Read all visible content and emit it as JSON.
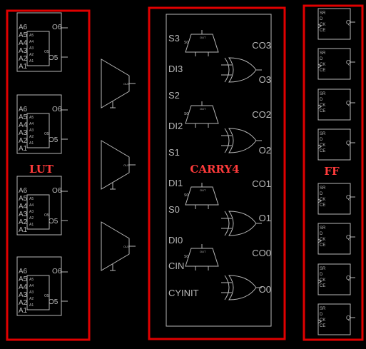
{
  "colors": {
    "background": "#000000",
    "wire": "#b8b8b8",
    "highlight": "#e00000",
    "region_label": "#ff3b3b"
  },
  "regions": {
    "lut": "LUT",
    "carry": "CARRY4",
    "ff": "FF"
  },
  "lut": {
    "inputs": [
      "A6",
      "A5",
      "A4",
      "A3",
      "A2",
      "A1"
    ],
    "outputs": [
      "O6",
      "O5"
    ],
    "inner_pins": [
      "A5",
      "A4",
      "A3",
      "A2",
      "A1"
    ],
    "inner_out": "O5"
  },
  "carry4": {
    "s_pins": [
      "S3",
      "S2",
      "S1",
      "S0"
    ],
    "di_pins": [
      "DI3",
      "DI2",
      "DI1",
      "DI0"
    ],
    "bottom_pins": [
      "CIN",
      "CYINIT"
    ],
    "co_pins": [
      "CO3",
      "CO2",
      "CO1",
      "CO0"
    ],
    "o_pins": [
      "O3",
      "O2",
      "O1",
      "O0"
    ],
    "mux_out": "OUT",
    "mux_sel": "S0"
  },
  "ff": {
    "pins": [
      "SR",
      "D",
      "CK",
      "CE"
    ],
    "output": "Q"
  },
  "mux": {
    "out": "OUT"
  }
}
